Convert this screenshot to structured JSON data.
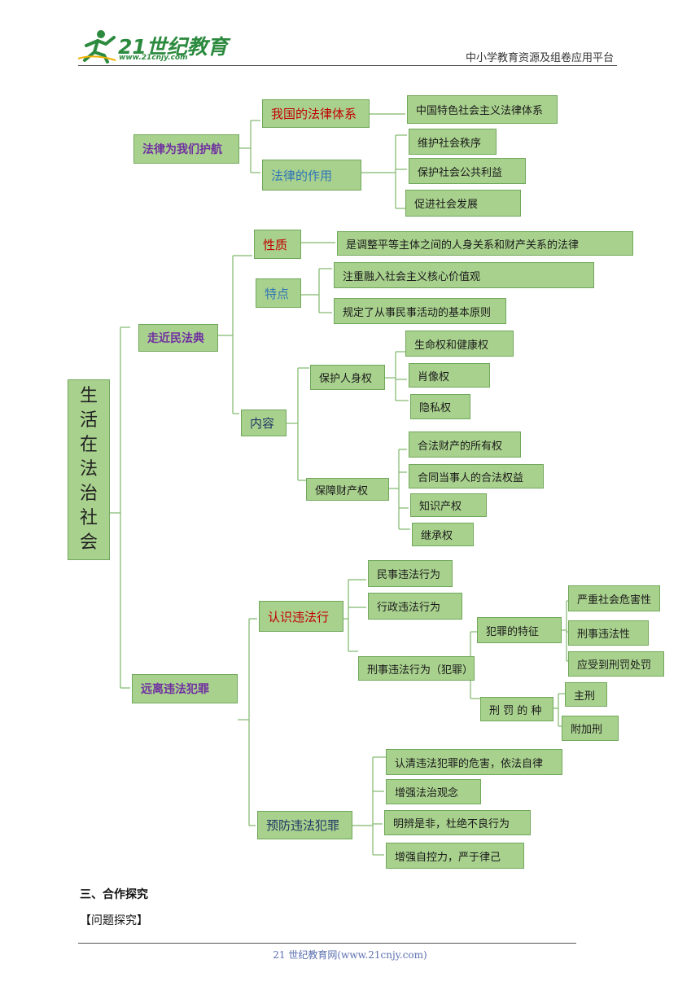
{
  "header": {
    "logo_text": "21世纪教育",
    "logo_url": "www.21cnjy.com",
    "platform": "中小学教育资源及组卷应用平台"
  },
  "mindmap": {
    "root": [
      "生",
      "活",
      "在",
      "法",
      "治",
      "社",
      "会"
    ],
    "b1": {
      "label": "法律为我们护航",
      "system": "我国的法律体系",
      "system_item": "中国特色社会主义法律体系",
      "role": "法律的作用",
      "role_items": [
        "维护社会秩序",
        "保护社会公共利益",
        "促进社会发展"
      ]
    },
    "b2": {
      "label": "走近民法典",
      "nature": "性质",
      "nature_item": "是调整平等主体之间的人身关系和财产关系的法律",
      "feature": "特点",
      "feature_items": [
        "注重融入社会主义核心价值观",
        "规定了从事民事活动的基本原则"
      ],
      "content": "内容",
      "person": "保护人身权",
      "person_items": [
        "生命权和健康权",
        "肖像权",
        "隐私权"
      ],
      "property": "保障财产权",
      "property_items": [
        "合法财产的所有权",
        "合同当事人的合法权益",
        "知识产权",
        "继承权"
      ]
    },
    "b3": {
      "label": "远离违法犯罪",
      "know": "认识违法行",
      "know_items": [
        "民事违法行为",
        "行政违法行为",
        "刑事违法行为（犯罪）"
      ],
      "crime_feature": "犯罪的特征",
      "crime_feature_items": [
        "严重社会危害性",
        "刑事违法性",
        "应受到刑罚处罚"
      ],
      "penalty": "刑 罚 的 种",
      "penalty_items": [
        "主刑",
        "附加刑"
      ],
      "prevent": "预防违法犯罪",
      "prevent_items": [
        "认清违法犯罪的危害，依法自律",
        "增强法治观念",
        "明辨是非，杜绝不良行为",
        "增强自控力，严于律己"
      ]
    }
  },
  "section_title": "三、合作探究",
  "subsection": "【问题探究】",
  "footer": "21 世纪教育网(www.21cnjy.com)",
  "colors": {
    "box_fill": "#a9d18e",
    "line": "#7fb86a",
    "purple": "#7030a0",
    "red": "#c00000",
    "blue": "#2e75b6"
  }
}
